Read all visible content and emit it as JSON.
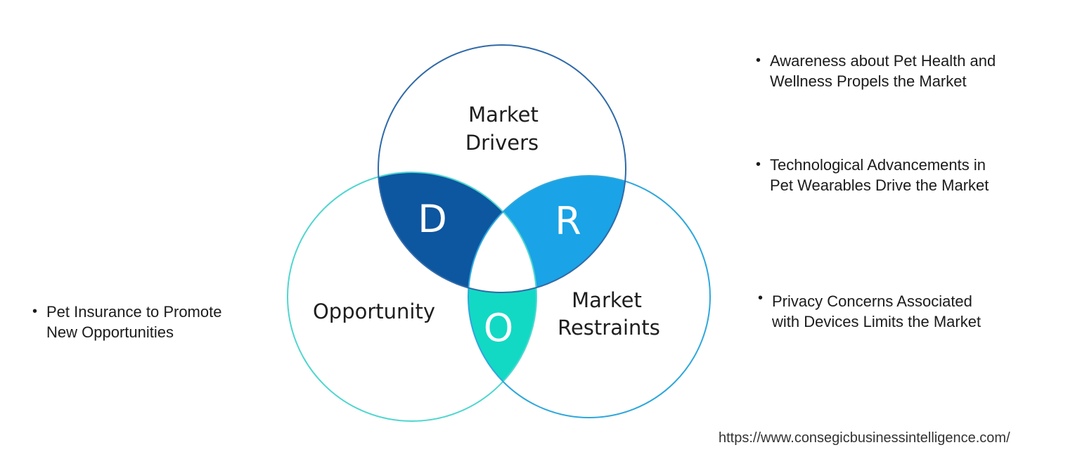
{
  "diagram": {
    "circles": {
      "drivers": {
        "line1": "Market",
        "line2": "Drivers",
        "stroke": "#2f6aa8"
      },
      "opportunity": {
        "line1": "Opportunity",
        "stroke": "#4fd6cf"
      },
      "restraints": {
        "line1": "Market",
        "line2": "Restraints",
        "stroke": "#2ea7dc"
      }
    },
    "intersections": {
      "d": {
        "letter": "D",
        "color": "#0d56a0"
      },
      "r": {
        "letter": "R",
        "color": "#1aa3e6"
      },
      "o": {
        "letter": "O",
        "color": "#12d9c4"
      }
    }
  },
  "bullets": {
    "drivers_1": {
      "line1": "Awareness about Pet Health and",
      "line2": "Wellness Propels the Market"
    },
    "drivers_2": {
      "line1": "Technological Advancements in",
      "line2": "Pet Wearables Drive the Market"
    },
    "restraints_1": {
      "line1": "Privacy Concerns Associated",
      "line2": "with Devices Limits the Market"
    },
    "opportunity_1": {
      "line1": "Pet Insurance to Promote",
      "line2": "New Opportunities"
    },
    "bullet_char": "•"
  },
  "footer": {
    "url": "https://www.consegicbusinessintelligence.com/"
  }
}
